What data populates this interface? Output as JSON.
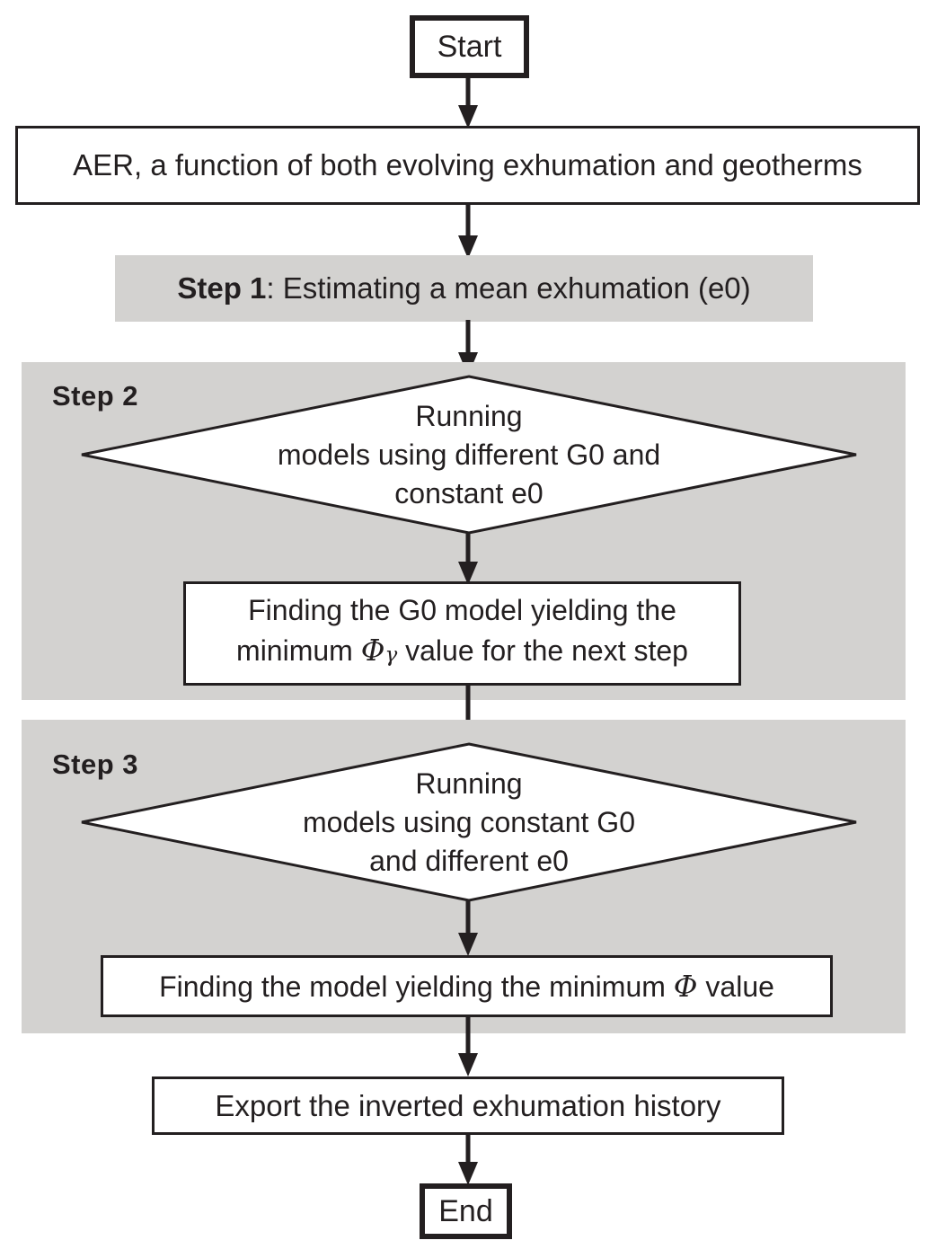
{
  "colors": {
    "ink": "#231f20",
    "region_gray": "#d3d2d0",
    "box_fill": "#ffffff"
  },
  "flow": {
    "start": {
      "label": "Start"
    },
    "aer": {
      "label": "AER, a function of both evolving exhumation and geotherms"
    },
    "step1": {
      "label_bold": "Step 1",
      "label_rest": ": Estimating a mean exhumation (e0)"
    },
    "step2": {
      "region_label": "Step 2",
      "diamond": {
        "lines": [
          "Running",
          "models using different G0 and",
          "constant e0"
        ]
      },
      "finding": {
        "line1": "Finding the G0 model yielding the",
        "line2_prefix": "minimum ",
        "phi": "Φ",
        "gamma": "γ",
        "line2_suffix": " value for the next step"
      }
    },
    "step3": {
      "region_label": "Step 3",
      "diamond": {
        "lines": [
          "Running",
          "models using constant G0",
          "and different e0"
        ]
      },
      "finding": {
        "prefix": "Finding the model yielding the minimum ",
        "phi": "Φ",
        "suffix": " value"
      }
    },
    "export": {
      "label": "Export the inverted exhumation history"
    },
    "end": {
      "label": "End"
    }
  }
}
